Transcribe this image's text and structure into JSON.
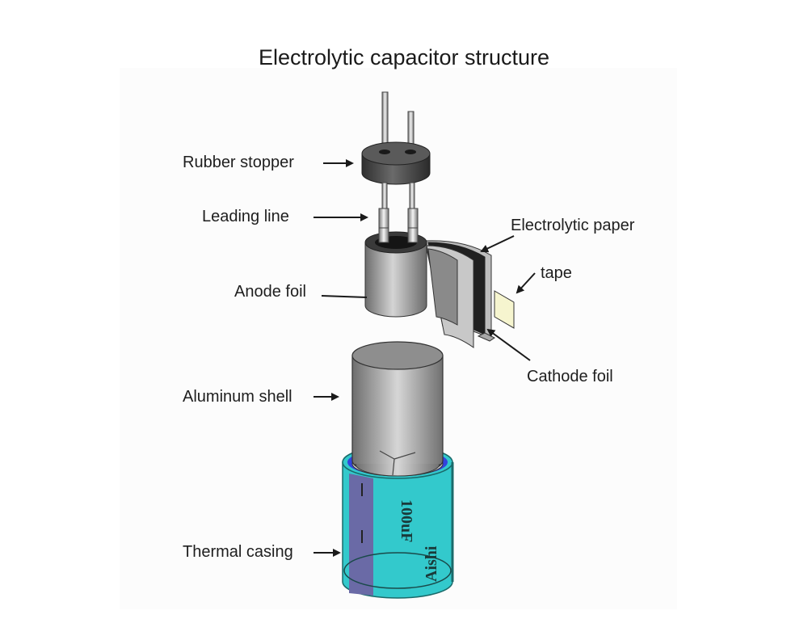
{
  "title": "Electrolytic capacitor structure",
  "labels": {
    "rubber_stopper": "Rubber stopper",
    "leading_line": "Leading line",
    "anode_foil": "Anode foil",
    "electrolytic_paper": "Electrolytic paper",
    "tape": "tape",
    "cathode_foil": "Cathode foil",
    "aluminum_shell": "Aluminum shell",
    "thermal_casing": "Thermal casing"
  },
  "casing_markings": {
    "capacitance": "100uF",
    "brand": "Aishi"
  },
  "colors": {
    "stopper": "#4a4a4a",
    "metal": "#9a9a9a",
    "casing": "#33c9cc",
    "casing_stripe": "#6a6aa6",
    "casing_rim": "#3344dd",
    "tape": "#f6f5cf"
  }
}
